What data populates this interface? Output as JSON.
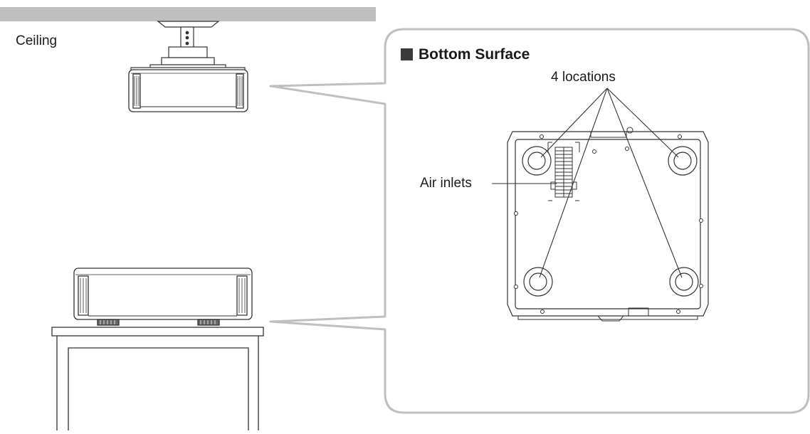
{
  "labels": {
    "ceiling": "Ceiling",
    "bottom_surface": "Bottom Surface",
    "four_locations": "4 locations",
    "air_inlets": "Air inlets"
  },
  "colors": {
    "ceiling_bar": "#bfbfbf",
    "callout_outline": "#bfbfbf",
    "line_art": "#333333",
    "title_square": "#3a3a3a"
  }
}
